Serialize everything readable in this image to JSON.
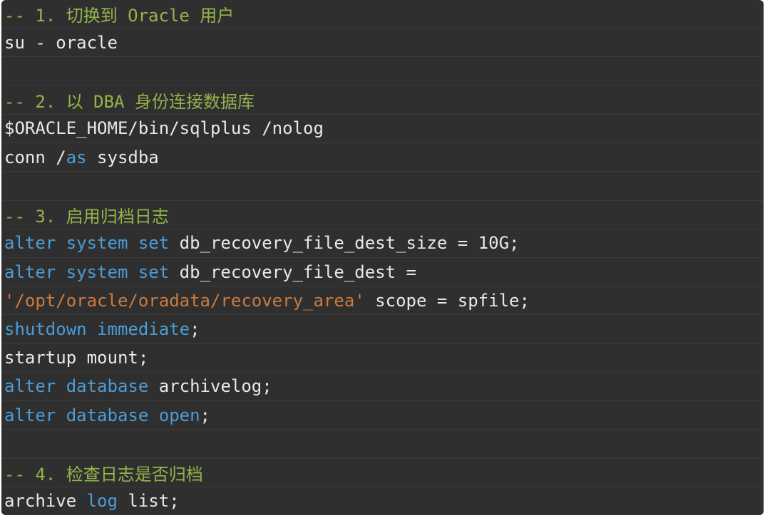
{
  "colors": {
    "page_background": "#ffffff",
    "code_background": "#2f2f2f",
    "row_separator": "#3a3a3a",
    "comment": "#95b44a",
    "keyword": "#4c9cd6",
    "string": "#cc7a3e",
    "plain": "#e8e8e6"
  },
  "code": {
    "language": "sql-shell",
    "lines": [
      {
        "tokens": [
          {
            "t": "-- 1. 切换到 Oracle 用户",
            "c": "comment"
          }
        ]
      },
      {
        "tokens": [
          {
            "t": "su - oracle",
            "c": "plain"
          }
        ]
      },
      {
        "tokens": []
      },
      {
        "tokens": [
          {
            "t": "-- 2. 以 DBA 身份连接数据库",
            "c": "comment"
          }
        ]
      },
      {
        "tokens": [
          {
            "t": "$ORACLE_HOME/bin/sqlplus /nolog",
            "c": "plain"
          }
        ]
      },
      {
        "tokens": [
          {
            "t": "conn /",
            "c": "plain"
          },
          {
            "t": "as",
            "c": "keyword"
          },
          {
            "t": " sysdba",
            "c": "plain"
          }
        ]
      },
      {
        "tokens": []
      },
      {
        "tokens": [
          {
            "t": "-- 3. 启用归档日志",
            "c": "comment"
          }
        ]
      },
      {
        "tokens": [
          {
            "t": "alter system set",
            "c": "keyword"
          },
          {
            "t": " db_recovery_file_dest_size = 10G;",
            "c": "plain"
          }
        ]
      },
      {
        "tokens": [
          {
            "t": "alter system set",
            "c": "keyword"
          },
          {
            "t": " db_recovery_file_dest =",
            "c": "plain"
          }
        ]
      },
      {
        "tokens": [
          {
            "t": "'/opt/oracle/oradata/recovery_area'",
            "c": "string"
          },
          {
            "t": " scope = spfile;",
            "c": "plain"
          }
        ]
      },
      {
        "tokens": [
          {
            "t": "shutdown immediate",
            "c": "keyword"
          },
          {
            "t": ";",
            "c": "plain"
          }
        ]
      },
      {
        "tokens": [
          {
            "t": "startup mount;",
            "c": "plain"
          }
        ]
      },
      {
        "tokens": [
          {
            "t": "alter database",
            "c": "keyword"
          },
          {
            "t": " archivelog;",
            "c": "plain"
          }
        ]
      },
      {
        "tokens": [
          {
            "t": "alter database open",
            "c": "keyword"
          },
          {
            "t": ";",
            "c": "plain"
          }
        ]
      },
      {
        "tokens": []
      },
      {
        "tokens": [
          {
            "t": "-- 4. 检查日志是否归档",
            "c": "comment"
          }
        ]
      },
      {
        "tokens": [
          {
            "t": "archive ",
            "c": "plain"
          },
          {
            "t": "log",
            "c": "keyword"
          },
          {
            "t": " list;",
            "c": "plain"
          }
        ]
      }
    ]
  }
}
